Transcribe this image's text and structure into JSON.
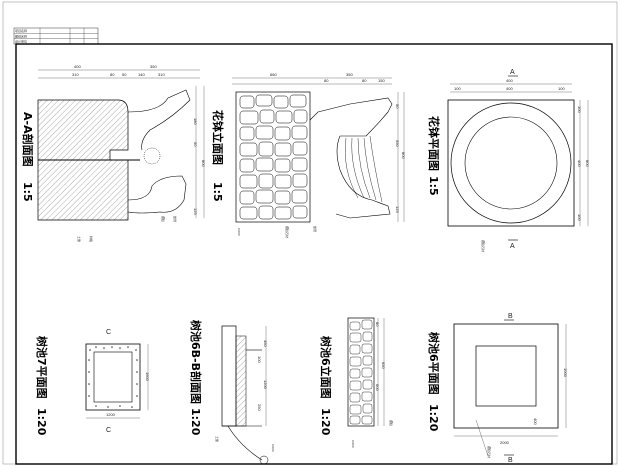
{
  "title_block": {
    "rows": [
      "项目名称",
      "图纸名称",
      "设计单位"
    ],
    "cells": [
      "",
      "",
      ""
    ]
  },
  "views": {
    "aa_section": {
      "title": "A-A剖面图",
      "scale": "1:5",
      "dims_top": [
        "400",
        "310",
        "80",
        "50",
        "140",
        "350",
        "310"
      ],
      "dims_right": [
        "800",
        "180",
        "125",
        "50"
      ],
      "notes": [
        "土建",
        "种植",
        "镶贴",
        "嵌缝"
      ]
    },
    "pot_elevation": {
      "title": "花钵立面图",
      "scale": "1:5",
      "dims_top": [
        "660",
        "80",
        "350",
        "80",
        "150"
      ],
      "dims_right": [
        "800",
        "550",
        "50",
        "125"
      ],
      "notes": [
        "镶贴石材",
        "嵌缝",
        "0.000"
      ]
    },
    "pot_plan": {
      "title": "花钵平面图",
      "scale": "1:5",
      "dims_top": [
        "400",
        "100",
        "400",
        "100"
      ],
      "dims_right": [
        "100",
        "800",
        "400",
        "100"
      ],
      "section_mark": "A",
      "notes": [
        "镶贴石材"
      ]
    },
    "pool7_plan": {
      "title": "树池7平面图",
      "scale": "1:20",
      "dims": [
        "1200",
        "1600"
      ],
      "section_mark": "C"
    },
    "pool6b_section": {
      "title": "树池6B-B剖面图",
      "scale": "1:20",
      "dims": [
        "450",
        "1200",
        "100",
        "250"
      ],
      "notes": [
        "土建",
        "0.000"
      ]
    },
    "pool6_elevation": {
      "title": "树池6立面图",
      "scale": "1:20",
      "dims": [
        "650",
        "600",
        "80"
      ],
      "notes": [
        "镶贴",
        "0.000"
      ]
    },
    "pool6_plan": {
      "title": "树池6平面图",
      "scale": "1:20",
      "dims": [
        "2000",
        "1000",
        "400"
      ],
      "section_mark": "B",
      "notes": [
        "镶贴石材"
      ]
    }
  }
}
